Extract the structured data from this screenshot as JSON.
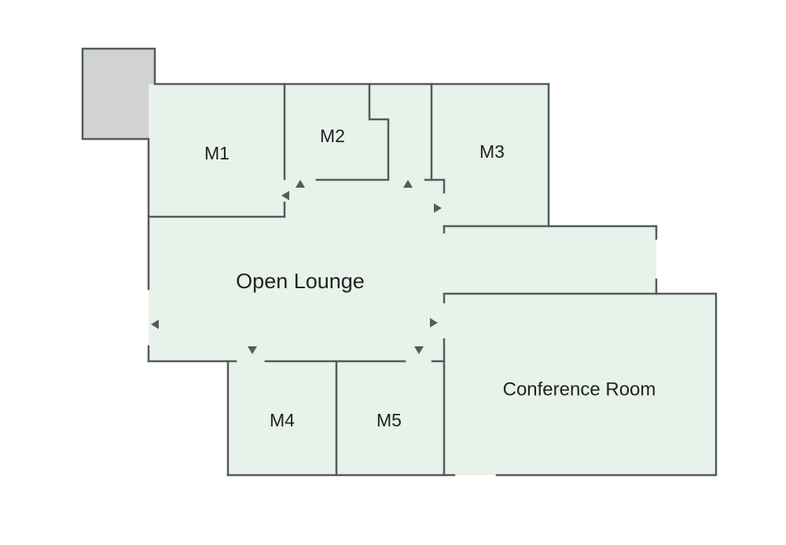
{
  "rooms": {
    "m1": "M1",
    "m2": "M2",
    "m3": "M3",
    "m4": "M4",
    "m5": "M5",
    "open_lounge": "Open Lounge",
    "conference_room": "Conference Room"
  }
}
